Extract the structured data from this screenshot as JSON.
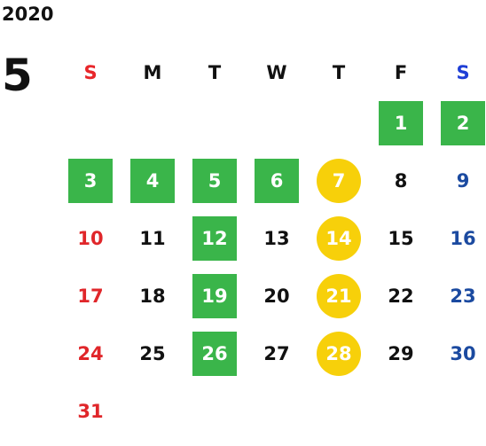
{
  "calendar": {
    "year": "2020",
    "month": "5",
    "weekdays": [
      "S",
      "M",
      "T",
      "W",
      "T",
      "F",
      "S"
    ],
    "colors": {
      "sunday": "#e0262a",
      "saturday": "#1b4aa0",
      "highlight_green": "#3ab54a",
      "highlight_yellow": "#f7d00a"
    },
    "weeks": [
      [
        null,
        null,
        null,
        null,
        null,
        {
          "day": "1",
          "style": "green"
        },
        {
          "day": "2",
          "style": "green"
        }
      ],
      [
        {
          "day": "3",
          "style": "green"
        },
        {
          "day": "4",
          "style": "green"
        },
        {
          "day": "5",
          "style": "green"
        },
        {
          "day": "6",
          "style": "green"
        },
        {
          "day": "7",
          "style": "yellow"
        },
        {
          "day": "8",
          "style": "normal"
        },
        {
          "day": "9",
          "style": "sat"
        }
      ],
      [
        {
          "day": "10",
          "style": "sun"
        },
        {
          "day": "11",
          "style": "normal"
        },
        {
          "day": "12",
          "style": "green"
        },
        {
          "day": "13",
          "style": "normal"
        },
        {
          "day": "14",
          "style": "yellow"
        },
        {
          "day": "15",
          "style": "normal"
        },
        {
          "day": "16",
          "style": "sat"
        }
      ],
      [
        {
          "day": "17",
          "style": "sun"
        },
        {
          "day": "18",
          "style": "normal"
        },
        {
          "day": "19",
          "style": "green"
        },
        {
          "day": "20",
          "style": "normal"
        },
        {
          "day": "21",
          "style": "yellow"
        },
        {
          "day": "22",
          "style": "normal"
        },
        {
          "day": "23",
          "style": "sat"
        }
      ],
      [
        {
          "day": "24",
          "style": "sun"
        },
        {
          "day": "25",
          "style": "normal"
        },
        {
          "day": "26",
          "style": "green"
        },
        {
          "day": "27",
          "style": "normal"
        },
        {
          "day": "28",
          "style": "yellow"
        },
        {
          "day": "29",
          "style": "normal"
        },
        {
          "day": "30",
          "style": "sat"
        }
      ],
      [
        {
          "day": "31",
          "style": "sun"
        },
        null,
        null,
        null,
        null,
        null,
        null
      ]
    ]
  }
}
